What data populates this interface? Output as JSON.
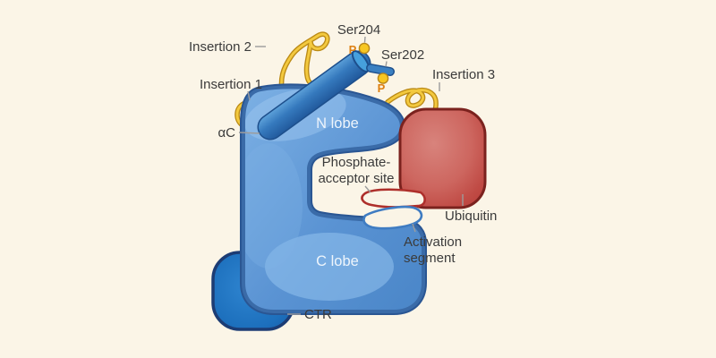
{
  "title": "Kinase domain schematic diagram",
  "labels": {
    "insertion_1": "Insertion 1",
    "insertion_2": "Insertion 2",
    "insertion_3": "Insertion 3",
    "ser204": "Ser204",
    "ser202": "Ser202",
    "alpha_c": "αC",
    "n_lobe": "N lobe",
    "c_lobe": "C lobe",
    "ctr": "CTR",
    "ubiquitin": "Ubiquitin",
    "phosphate_acceptor_line1": "Phosphate-",
    "phosphate_acceptor_line2": "acceptor site",
    "activation_segment_line1": "Activation",
    "activation_segment_line2": "segment",
    "phosphate_symbol": "P"
  },
  "colors": {
    "background": "#fbf5e7",
    "body_fill_light": "#79aee3",
    "body_fill_mid": "#568fcf",
    "body_rim": "#3a6ba8",
    "body_outline": "#2a5693",
    "helix_fill": "#3579bd",
    "helix_outline": "#1d4f8c",
    "ctr_fill": "#1f73c0",
    "ctr_border": "#1c3c74",
    "ubiquitin_fill": "#cb635d",
    "ubiquitin_border": "#7b221e",
    "coil_yellow": "#f3c93f",
    "coil_edge": "#bb8a15",
    "phosphate_yellow": "#f7c722",
    "phosphate_letter_orange": "#de8012",
    "acceptor_loop_red": "#ae2f2b",
    "activation_loop_blue": "#3f7cc2",
    "label_text": "#3b3b3b",
    "leader_gray": "#9c9c9c"
  }
}
